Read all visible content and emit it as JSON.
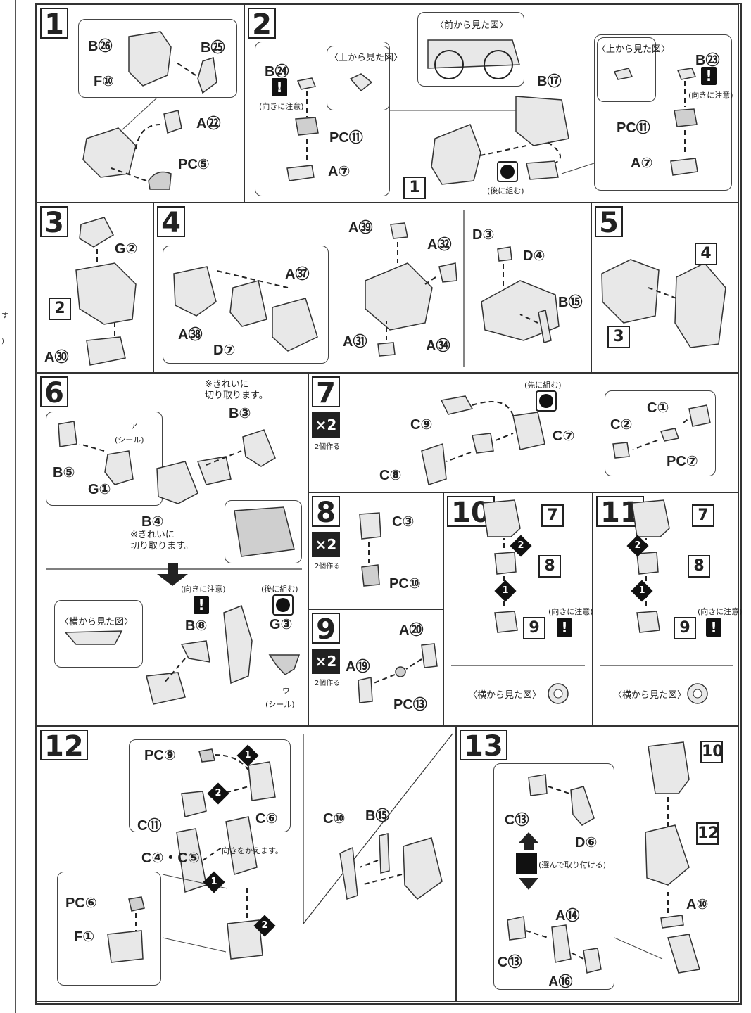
{
  "left_strip": [
    "す",
    ")"
  ],
  "common": {
    "front_view": "〈前から見た図〉",
    "top_view": "〈上から見た図〉",
    "side_view": "〈横から見た図〉",
    "assemble_later": "(後に組む)",
    "assemble_first": "(先に組む)",
    "mind_direction": "(向きに注意)",
    "sticker": "(シール)",
    "make_two": "2個作る",
    "x2": "×2",
    "cut_clean": "※きれいに\n切り取ります。",
    "change_direction": "向きをかえます。",
    "choose_attach": "(選んで取り付ける)",
    "warn_mark": "!"
  },
  "steps": {
    "s1": {
      "num": "1",
      "labels": [
        "B㉖",
        "B㉕",
        "F⑩",
        "A㉒",
        "PC⑤"
      ]
    },
    "s2": {
      "num": "2",
      "labels": [
        "B㉔",
        "PC⑪",
        "A⑦",
        "B⑰",
        "B㉓",
        "PC⑪",
        "A⑦"
      ],
      "ref": "1"
    },
    "s3": {
      "num": "3",
      "labels": [
        "G②",
        "A㉚"
      ],
      "ref": "2"
    },
    "s4": {
      "num": "4",
      "labels": [
        "A㊲",
        "A㊳",
        "D⑦",
        "A㊴",
        "A㉜",
        "A㉛",
        "A㉞",
        "D③",
        "D④",
        "B⑮"
      ]
    },
    "s5": {
      "num": "5",
      "refs": [
        "4",
        "3"
      ]
    },
    "s6": {
      "num": "6",
      "labels": [
        "B③",
        "B⑤",
        "G①",
        "B④",
        "B⑧",
        "G③"
      ],
      "stickers": [
        "ア",
        "ウ"
      ]
    },
    "s7": {
      "num": "7",
      "labels": [
        "C⑨",
        "C⑦",
        "C⑧",
        "C①",
        "C②",
        "PC⑦"
      ]
    },
    "s8": {
      "num": "8",
      "labels": [
        "C③",
        "PC⑩"
      ]
    },
    "s9": {
      "num": "9",
      "labels": [
        "A⑳",
        "A⑲",
        "PC⑬"
      ]
    },
    "s10": {
      "num": "10",
      "refs": [
        "7",
        "8",
        "9"
      ]
    },
    "s11": {
      "num": "11",
      "refs": [
        "7",
        "8",
        "9"
      ]
    },
    "s12": {
      "num": "12",
      "labels": [
        "PC⑨",
        "C⑪",
        "C⑥",
        "C④・C⑤",
        "PC⑥",
        "F①",
        "C⑩",
        "B⑮"
      ]
    },
    "s13": {
      "num": "13",
      "labels": [
        "C⑬",
        "D⑥",
        "A⑭",
        "C⑬",
        "A⑯",
        "A⑩"
      ],
      "refs": [
        "10",
        "12"
      ]
    }
  }
}
